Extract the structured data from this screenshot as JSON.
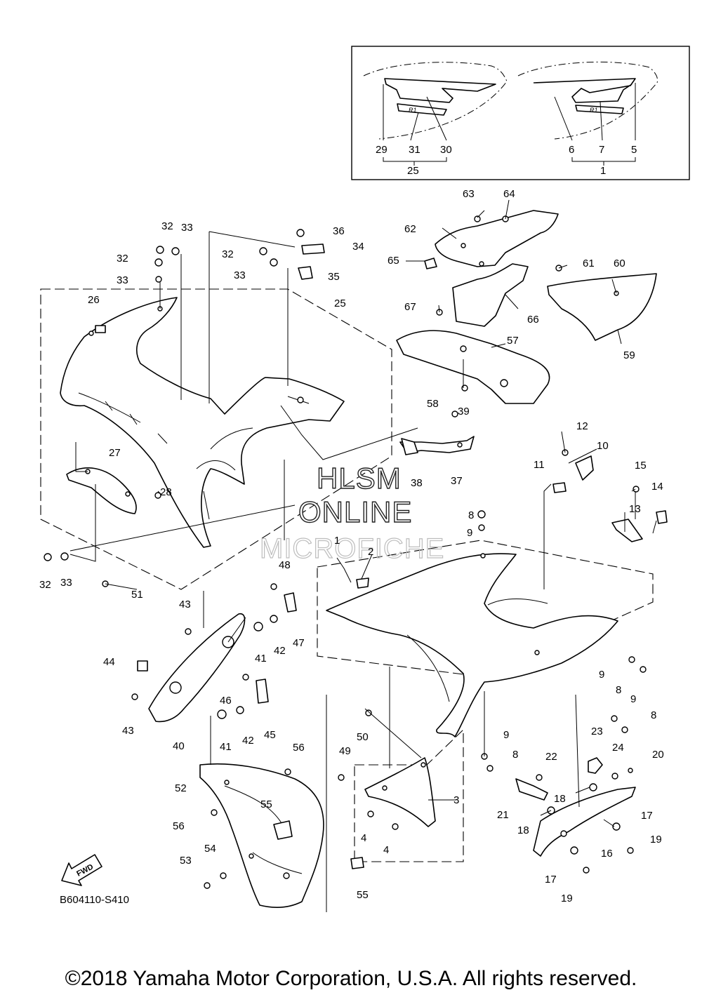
{
  "diagram": {
    "watermark": {
      "line1": "HLSM",
      "line2": "ONLINE",
      "line3": "MICROFICHE"
    },
    "code": "B604110-S410",
    "fwd_label": "FWD",
    "copyright": "©2018 Yamaha Motor Corporation, U.S.A. All rights reserved.",
    "inset": {
      "left_group": {
        "total": "25",
        "parts": [
          "29",
          "31",
          "30"
        ]
      },
      "right_group": {
        "total": "1",
        "parts": [
          "6",
          "7",
          "5"
        ]
      }
    },
    "labels": [
      {
        "id": "l32a",
        "text": "32"
      },
      {
        "id": "l33a",
        "text": "33"
      },
      {
        "id": "l32b",
        "text": "32"
      },
      {
        "id": "l33b",
        "text": "33"
      },
      {
        "id": "l36",
        "text": "36"
      },
      {
        "id": "l32c",
        "text": "32"
      },
      {
        "id": "l34",
        "text": "34"
      },
      {
        "id": "l33c",
        "text": "33"
      },
      {
        "id": "l35",
        "text": "35"
      },
      {
        "id": "l26",
        "text": "26"
      },
      {
        "id": "l25",
        "text": "25"
      },
      {
        "id": "l27",
        "text": "27"
      },
      {
        "id": "l28",
        "text": "28"
      },
      {
        "id": "l32d",
        "text": "32"
      },
      {
        "id": "l33d",
        "text": "33"
      },
      {
        "id": "l51",
        "text": "51"
      },
      {
        "id": "l63",
        "text": "63"
      },
      {
        "id": "l64",
        "text": "64"
      },
      {
        "id": "l62",
        "text": "62"
      },
      {
        "id": "l65",
        "text": "65"
      },
      {
        "id": "l61",
        "text": "61"
      },
      {
        "id": "l60",
        "text": "60"
      },
      {
        "id": "l67",
        "text": "67"
      },
      {
        "id": "l66",
        "text": "66"
      },
      {
        "id": "l57",
        "text": "57"
      },
      {
        "id": "l59",
        "text": "59"
      },
      {
        "id": "l58",
        "text": "58"
      },
      {
        "id": "l39",
        "text": "39"
      },
      {
        "id": "l38",
        "text": "38"
      },
      {
        "id": "l37",
        "text": "37"
      },
      {
        "id": "l12",
        "text": "12"
      },
      {
        "id": "l10",
        "text": "10"
      },
      {
        "id": "l11",
        "text": "11"
      },
      {
        "id": "l15",
        "text": "15"
      },
      {
        "id": "l14",
        "text": "14"
      },
      {
        "id": "l13",
        "text": "13"
      },
      {
        "id": "l8a",
        "text": "8"
      },
      {
        "id": "l9a",
        "text": "9"
      },
      {
        "id": "l1",
        "text": "1"
      },
      {
        "id": "l2",
        "text": "2"
      },
      {
        "id": "l48",
        "text": "48"
      },
      {
        "id": "l43a",
        "text": "43"
      },
      {
        "id": "l47",
        "text": "47"
      },
      {
        "id": "l42a",
        "text": "42"
      },
      {
        "id": "l41a",
        "text": "41"
      },
      {
        "id": "l44",
        "text": "44"
      },
      {
        "id": "l43b",
        "text": "43"
      },
      {
        "id": "l46",
        "text": "46"
      },
      {
        "id": "l41b",
        "text": "41"
      },
      {
        "id": "l42b",
        "text": "42"
      },
      {
        "id": "l45",
        "text": "45"
      },
      {
        "id": "l40",
        "text": "40"
      },
      {
        "id": "l9b",
        "text": "9"
      },
      {
        "id": "l8b",
        "text": "8"
      },
      {
        "id": "l9c",
        "text": "9"
      },
      {
        "id": "l8c",
        "text": "8"
      },
      {
        "id": "l50",
        "text": "50"
      },
      {
        "id": "l9d",
        "text": "9"
      },
      {
        "id": "l8d",
        "text": "8"
      },
      {
        "id": "l23",
        "text": "23"
      },
      {
        "id": "l24",
        "text": "24"
      },
      {
        "id": "l20",
        "text": "20"
      },
      {
        "id": "l22",
        "text": "22"
      },
      {
        "id": "l56a",
        "text": "56"
      },
      {
        "id": "l49",
        "text": "49"
      },
      {
        "id": "l52",
        "text": "52"
      },
      {
        "id": "l3",
        "text": "3"
      },
      {
        "id": "l18a",
        "text": "18"
      },
      {
        "id": "l21",
        "text": "21"
      },
      {
        "id": "l18b",
        "text": "18"
      },
      {
        "id": "l17a",
        "text": "17"
      },
      {
        "id": "l55a",
        "text": "55"
      },
      {
        "id": "l56b",
        "text": "56"
      },
      {
        "id": "l4a",
        "text": "4"
      },
      {
        "id": "l4b",
        "text": "4"
      },
      {
        "id": "l19a",
        "text": "19"
      },
      {
        "id": "l16",
        "text": "16"
      },
      {
        "id": "l54",
        "text": "54"
      },
      {
        "id": "l53",
        "text": "53"
      },
      {
        "id": "l17b",
        "text": "17"
      },
      {
        "id": "l55b",
        "text": "55"
      },
      {
        "id": "l19b",
        "text": "19"
      }
    ]
  }
}
